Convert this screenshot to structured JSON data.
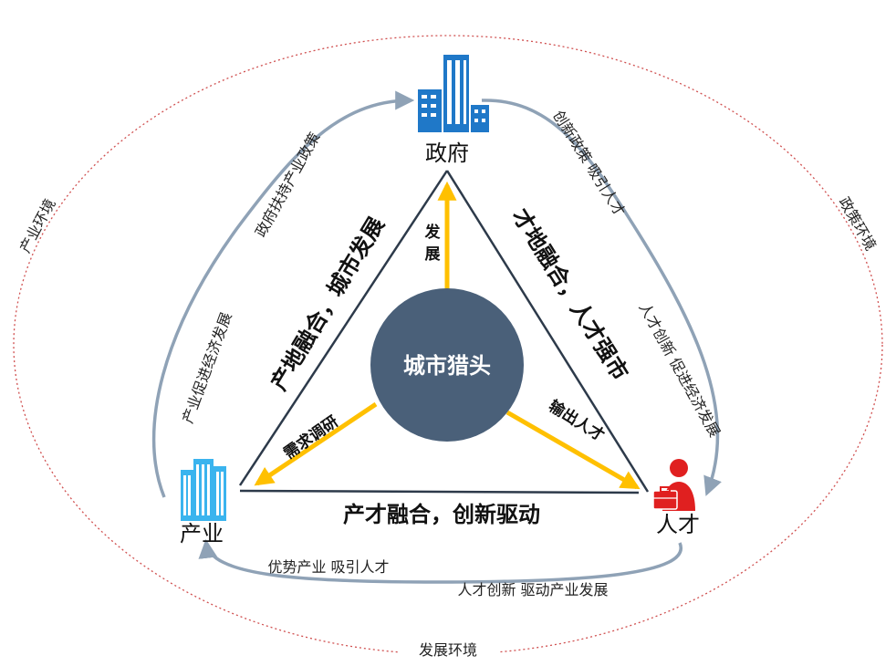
{
  "center": {
    "label": "城市猎头"
  },
  "nodes": {
    "government": {
      "label": "政府",
      "icon": "office-building-icon"
    },
    "industry": {
      "label": "产业",
      "icon": "office-tower-icon"
    },
    "talent": {
      "label": "人才",
      "icon": "person-briefcase-icon"
    }
  },
  "triangle_edges": {
    "left": "产地融合，城市发展",
    "right": "才地融合，人才强市",
    "bottom": "产才融合，创新驱动"
  },
  "spokes": {
    "up": "发展",
    "left": "需求调研",
    "right": "输出人才"
  },
  "outer_flows": {
    "left_upper": "政府扶持产业政策",
    "left_lower": "产业促进经济发展",
    "right_upper": "创新政策 吸引人才",
    "right_lower": "人才创新 促进经济发展",
    "bottom_inner": "优势产业  吸引人才",
    "bottom_outer": "人才创新  驱动产业发展"
  },
  "environments": {
    "left": "产业环境",
    "right": "政策环境",
    "bottom": "发展环境"
  },
  "colors": {
    "center_fill": "#4a6079",
    "spoke": "#ffc000",
    "triangle_edge": "#2d3a4a",
    "flow_arrow": "#8fa2b6",
    "environment_ring": "#d05050",
    "government_icon": "#1f78c8",
    "industry_icon": "#3ab4ee",
    "talent_icon": "#e02020"
  }
}
